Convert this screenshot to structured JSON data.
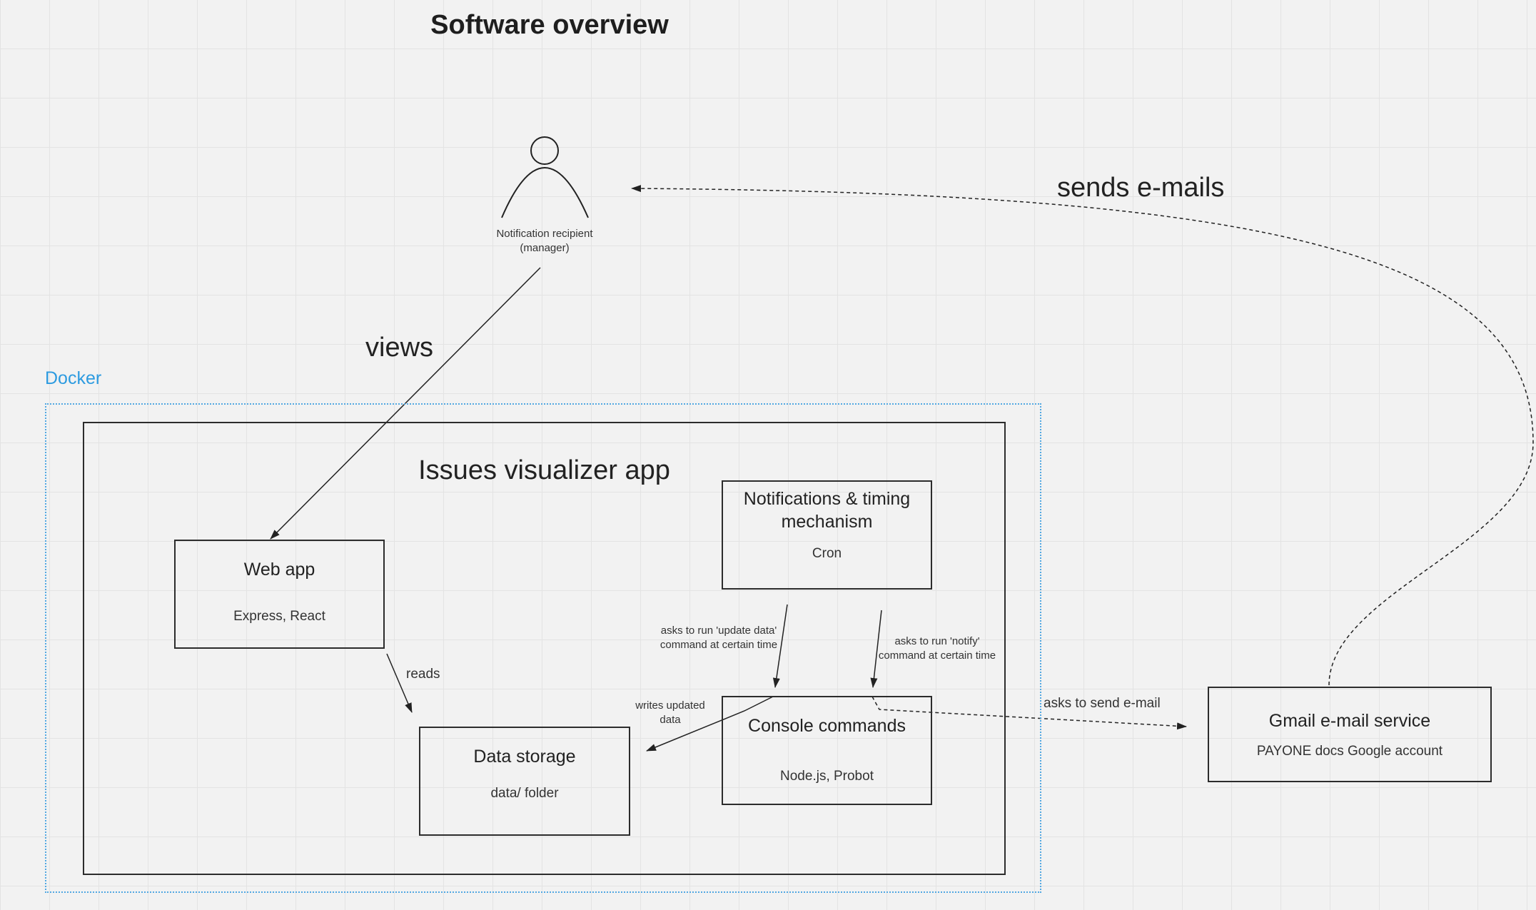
{
  "title": "Software overview",
  "actor": {
    "label_line1": "Notification recipient",
    "label_line2": "(manager)"
  },
  "docker": {
    "label": "Docker",
    "color": "#2d9be0"
  },
  "app": {
    "title": "Issues visualizer app"
  },
  "components": {
    "web_app": {
      "name": "Web app",
      "tech": "Express, React"
    },
    "data_storage": {
      "name": "Data storage",
      "tech": "data/ folder"
    },
    "notifications": {
      "name_line1": "Notifications & timing",
      "name_line2": "mechanism",
      "tech": "Cron"
    },
    "console": {
      "name": "Console commands",
      "tech": "Node.js, Probot"
    },
    "gmail": {
      "name": "Gmail e-mail service",
      "tech": "PAYONE docs Google account"
    }
  },
  "connections": {
    "views": "views",
    "reads": "reads",
    "sends_emails": "sends e-mails",
    "asks_to_send_email": "asks to send e-mail",
    "update_data_line1": "asks to run 'update data'",
    "update_data_line2": "command at certain time",
    "notify_line1": "asks to run 'notify'",
    "notify_line2": "command at certain time",
    "writes_line1": "writes updated",
    "writes_line2": "data"
  }
}
